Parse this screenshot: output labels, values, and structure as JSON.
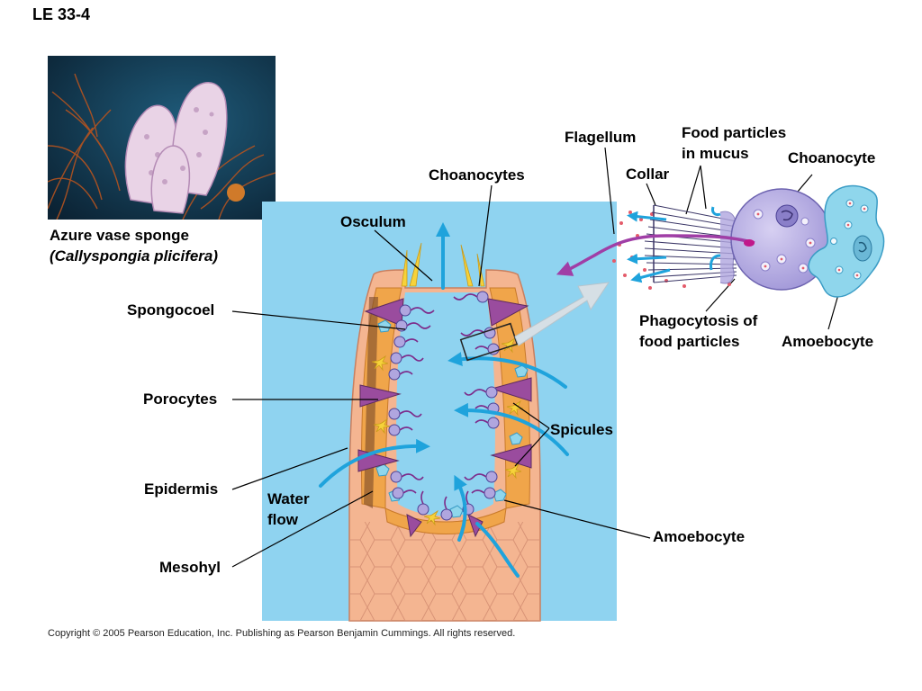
{
  "figure": {
    "id": "LE 33-4",
    "photo_caption": "Azure vase sponge",
    "photo_caption_sci": "(Callyspongia plicifera)",
    "copyright": "Copyright ©  2005 Pearson Education, Inc. Publishing as Pearson Benjamin Cummings. All rights reserved."
  },
  "labels": {
    "osculum": "Osculum",
    "choanocytes": "Choanocytes",
    "spongocoel": "Spongocoel",
    "porocytes": "Porocytes",
    "epidermis": "Epidermis",
    "water_flow_1": "Water",
    "water_flow_2": "flow",
    "mesohyl": "Mesohyl",
    "spicules": "Spicules",
    "amoebocyte_body": "Amoebocyte",
    "flagellum": "Flagellum",
    "food_particles_1": "Food particles",
    "food_particles_2": "in mucus",
    "collar": "Collar",
    "choanocyte": "Choanocyte",
    "phagocytosis_1": "Phagocytosis of",
    "phagocytosis_2": "food particles",
    "amoebocyte_cell": "Amoebocyte"
  },
  "colors": {
    "background": "#8fd3f0",
    "water_arrow": "#1fa3dc",
    "body_wall": "#f4b591",
    "mesohyl": "#f0a54a",
    "choanocyte": "#b0a6df",
    "porocyte": "#9a4c9e",
    "amoebocyte": "#8fd6ec"
  }
}
